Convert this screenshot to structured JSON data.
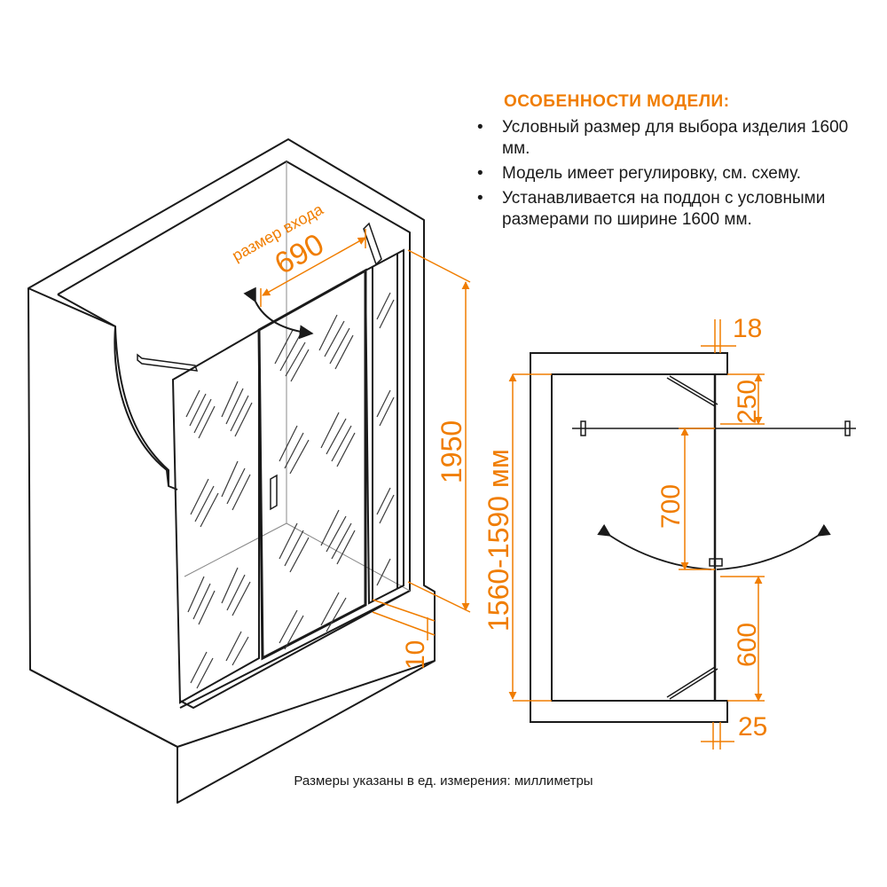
{
  "features": {
    "title": "ОСОБЕННОСТИ МОДЕЛИ:",
    "items": [
      "Условный размер для выбора изделия 1600 мм.",
      "Модель имеет регулировку, см. схему.",
      "Устанавливается на поддон с условными размерами по ширине 1600 мм."
    ]
  },
  "perspective_view": {
    "entry_label": "размер входа",
    "entry_width": "690",
    "height": "1950",
    "width_range": "1560-1590 мм",
    "bottom_offset": "10"
  },
  "plan_view": {
    "dim_top_gap": "18",
    "dim_upper_panel": "250",
    "dim_door_swing": "700",
    "dim_lower_panel": "600",
    "dim_bottom_gap": "25"
  },
  "footer": "Размеры указаны в ед. измерения: миллиметры",
  "colors": {
    "accent": "#f07d00",
    "line": "#1a1a1a",
    "glass_stripe": "#3a3a3a"
  }
}
